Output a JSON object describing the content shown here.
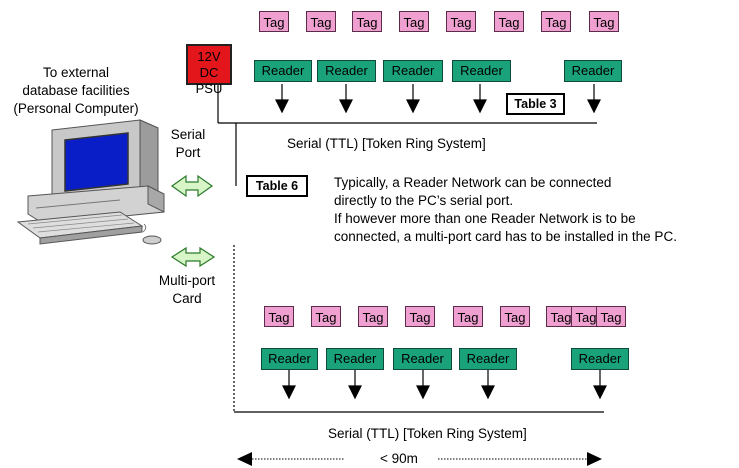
{
  "top_network": {
    "tags": [
      "Tag",
      "Tag",
      "Tag",
      "Tag",
      "Tag",
      "Tag",
      "Tag",
      "Tag"
    ],
    "readers": [
      "Reader",
      "Reader",
      "Reader",
      "Reader",
      "Reader"
    ],
    "bus_label": "Serial (TTL) [Token Ring System]",
    "table_label": "Table 3"
  },
  "bottom_network": {
    "tags": [
      "Tag",
      "Tag",
      "Tag",
      "Tag",
      "Tag",
      "Tag",
      "Tag",
      "Tag",
      "Tag"
    ],
    "readers": [
      "Reader",
      "Reader",
      "Reader",
      "Reader",
      "Reader"
    ],
    "bus_label": "Serial (TTL) [Token Ring System]",
    "distance_label": "< 90m"
  },
  "psu": {
    "line1": "12V DC",
    "line2": "PSU"
  },
  "pc_label": {
    "line1": "To external",
    "line2": "database facilities",
    "line3": "(Personal Computer)"
  },
  "serial_port_label": {
    "line1": "Serial",
    "line2": "Port"
  },
  "multiport_label": {
    "line1": "Multi-port",
    "line2": "Card"
  },
  "table6_label": "Table 6",
  "note": {
    "line1": "Typically, a Reader Network can be connected",
    "line2": "directly to the PC’s serial port.",
    "line3": "If however more than one Reader Network is to be",
    "line4": "connected, a multi-port card has to be installed in the PC."
  }
}
